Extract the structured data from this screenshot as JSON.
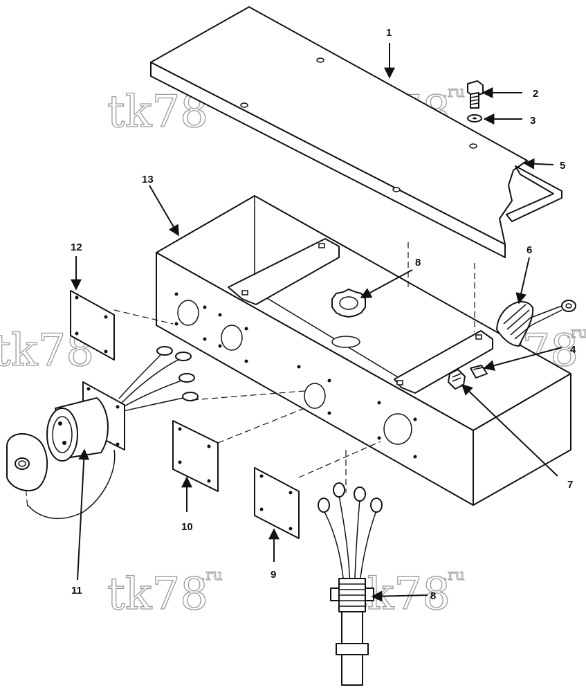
{
  "watermark": {
    "text": "tk78",
    "suffix": ".ru"
  },
  "callouts": [
    "1",
    "2",
    "3",
    "4",
    "5",
    "6",
    "7",
    "8",
    "9",
    "10",
    "11",
    "12",
    "13"
  ],
  "colors": {
    "ink": "#111111",
    "paper": "#ffffff",
    "watermark": "#9a9a9a"
  }
}
